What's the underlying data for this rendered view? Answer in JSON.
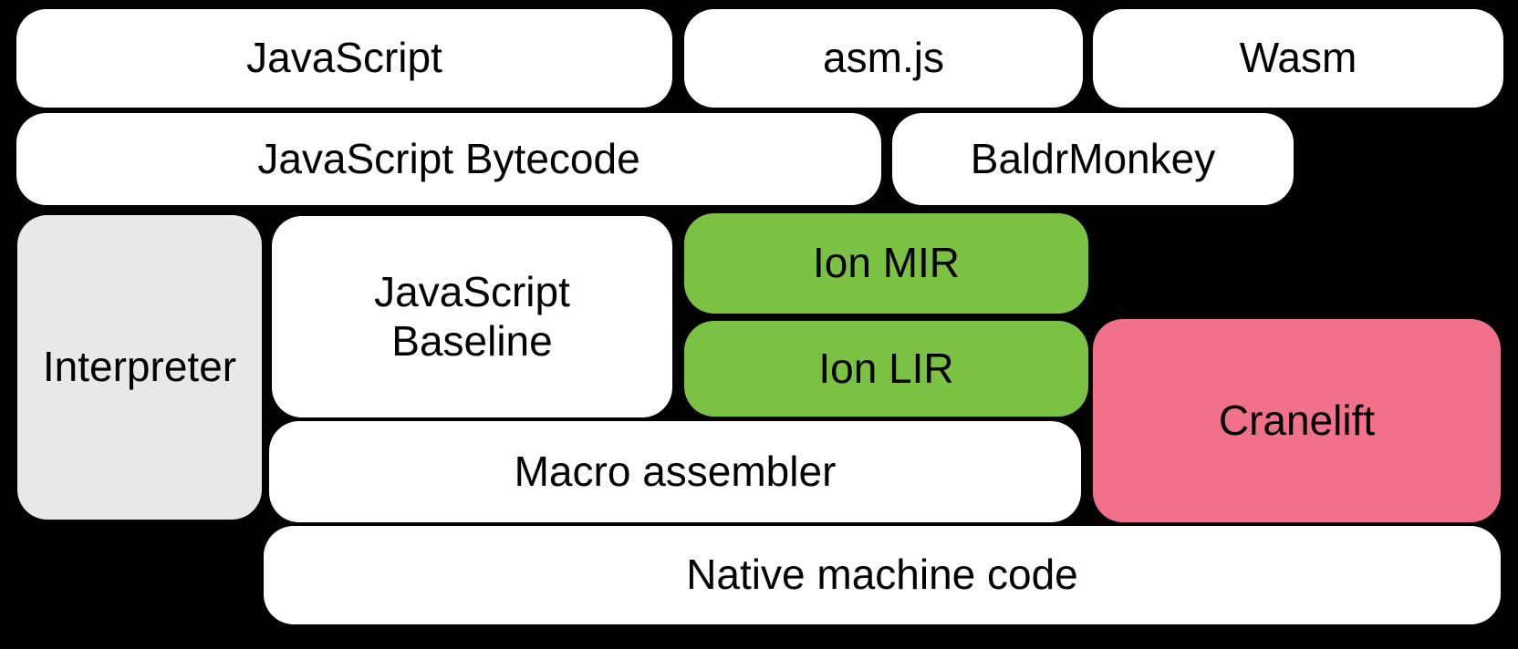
{
  "colors": {
    "background": "#000000",
    "white": "#ffffff",
    "gray": "#e8e8e8",
    "green": "#7bc143",
    "pink": "#f1718a",
    "text": "#000000"
  },
  "boxes": {
    "javascript": {
      "label": "JavaScript"
    },
    "asmjs": {
      "label": "asm.js"
    },
    "wasm": {
      "label": "Wasm"
    },
    "js_bytecode": {
      "label": "JavaScript Bytecode"
    },
    "baldrmonkey": {
      "label": "BaldrMonkey"
    },
    "interpreter": {
      "label": "Interpreter"
    },
    "js_baseline": {
      "line1": "JavaScript",
      "line2": "Baseline"
    },
    "ion_mir": {
      "label": "Ion MIR"
    },
    "ion_lir": {
      "label": "Ion LIR"
    },
    "cranelift": {
      "label": "Cranelift"
    },
    "macro_assembler": {
      "label": "Macro assembler"
    },
    "native_machine_code": {
      "label": "Native machine code"
    }
  }
}
